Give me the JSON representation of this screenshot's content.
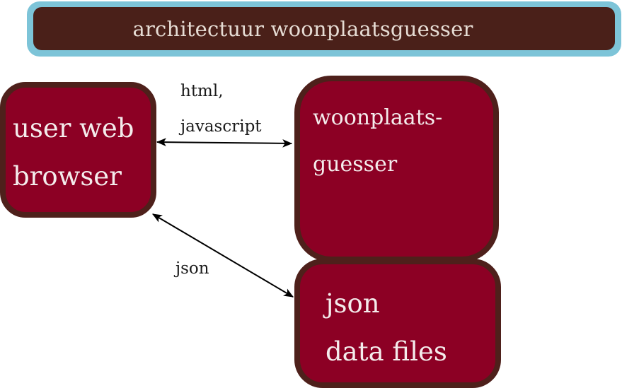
{
  "title": "architectuur woonplaatsguesser",
  "nodes": {
    "browser": {
      "line1": "user web",
      "line2": "browser"
    },
    "guesser": {
      "line1": "woonplaats-",
      "line2": "guesser"
    },
    "json_files": {
      "line1": "json",
      "line2": "data files"
    }
  },
  "edges": {
    "browser_guesser": {
      "label_line1": "html,",
      "label_line2": "javascript"
    },
    "browser_json": {
      "label": "json"
    }
  },
  "colors": {
    "title_border": "#7dc4d8",
    "title_fill": "#4a2019",
    "node_fill": "#8c0024",
    "node_border": "#4e201b",
    "arrow": "#000000"
  }
}
